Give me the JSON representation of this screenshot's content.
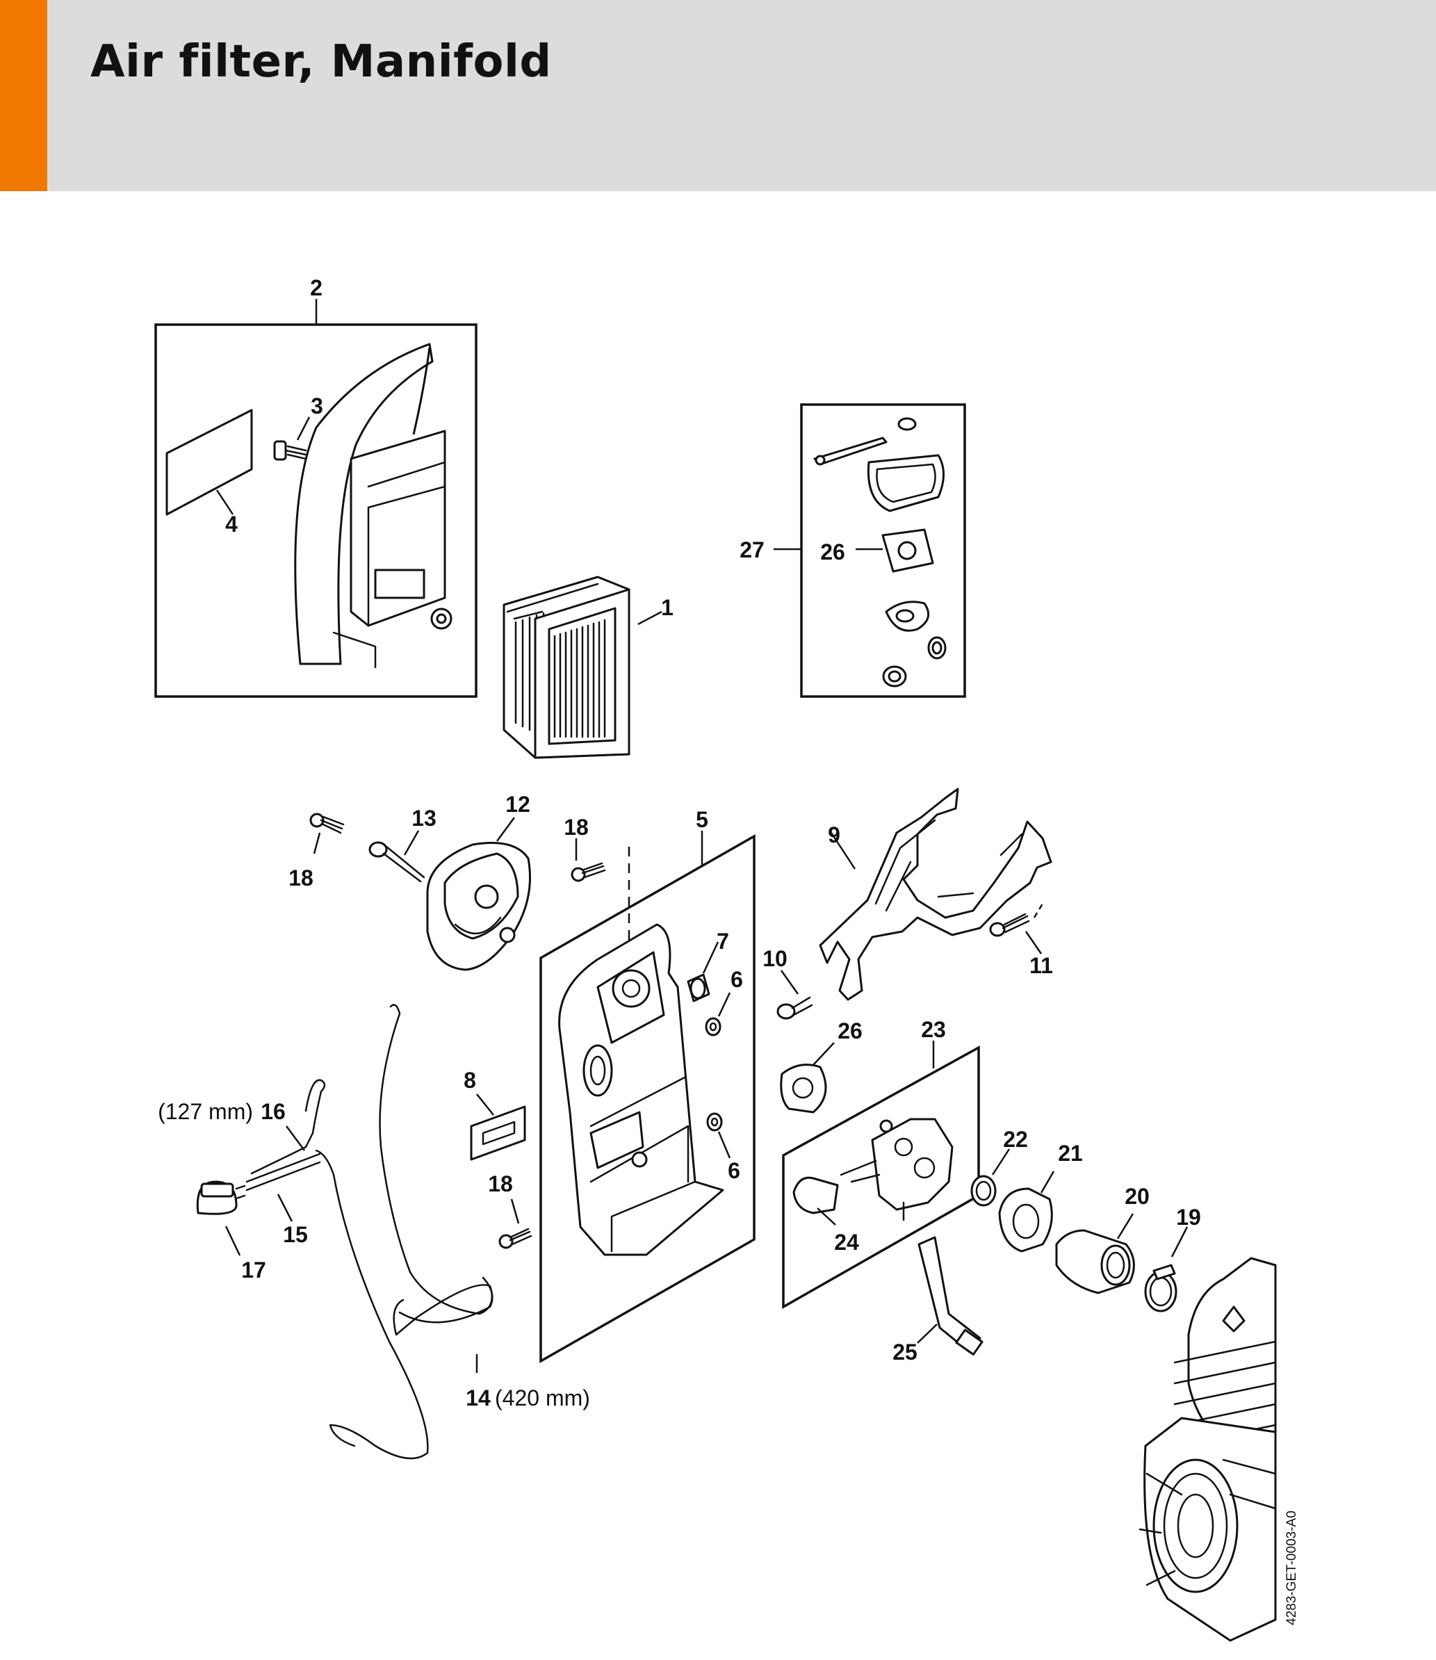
{
  "page": {
    "title": "Air filter, Manifold",
    "accent_color": "#f07800",
    "header_color": "#dcdcdc"
  },
  "diagram": {
    "drawing_code": "4283-GET-0003-A0",
    "callouts": {
      "c1": "1",
      "c2": "2",
      "c3": "3",
      "c4": "4",
      "c5": "5",
      "c6a": "6",
      "c6b": "6",
      "c7": "7",
      "c8": "8",
      "c9": "9",
      "c10": "10",
      "c11": "11",
      "c12": "12",
      "c13": "13",
      "c14": "14",
      "c15": "15",
      "c16": "16",
      "c17": "17",
      "c18a": "18",
      "c18b": "18",
      "c18c": "18",
      "c19": "19",
      "c20": "20",
      "c21": "21",
      "c22": "22",
      "c23": "23",
      "c24": "24",
      "c25": "25",
      "c26a": "26",
      "c26b": "26",
      "c27": "27"
    },
    "dimensions": {
      "d14": "(420 mm)",
      "d16": "(127 mm)"
    }
  }
}
